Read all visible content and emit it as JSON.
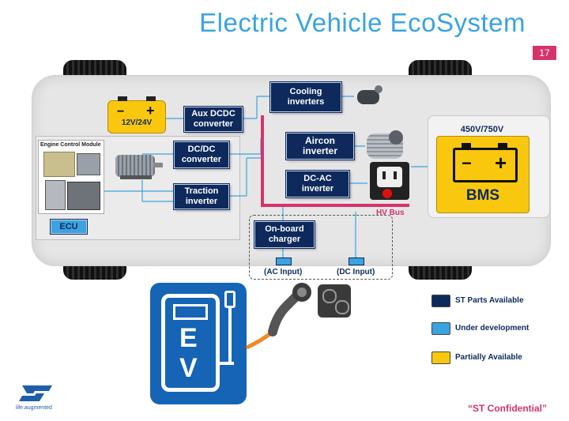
{
  "title": "Electric Vehicle EcoSystem",
  "page_number": "17",
  "battery_12v": {
    "label": "12V/24V"
  },
  "components": {
    "aux_dcdc": "Aux DCDC converter",
    "dcdc": "DC/DC converter",
    "traction": "Traction inverter",
    "ecu": "ECU",
    "cooling": "Cooling inverters",
    "aircon": "Aircon inverter",
    "dcac": "DC-AC inverter",
    "onboard": "On-board charger",
    "engine_module": "Engine Control Module"
  },
  "hv_bus": "HV Bus",
  "bms": {
    "voltage": "450V/750V",
    "label": "BMS"
  },
  "inputs": {
    "ac": "(AC Input)",
    "dc": "(DC Input)"
  },
  "ev_sign": {
    "e": "E",
    "v": "V"
  },
  "legend": [
    {
      "label": "ST Parts Available",
      "color": "#0e2a5c"
    },
    {
      "label": "Under development",
      "color": "#3aa3e0"
    },
    {
      "label": "Partially Available",
      "color": "#f9c80e"
    }
  ],
  "logo": {
    "tagline": "life.augmented"
  },
  "confidential": "“ST Confidential”",
  "colors": {
    "accent": "#3aa3e0",
    "primary": "#0e2a5c",
    "hv_bus": "#d6336c",
    "battery": "#f9c80e"
  }
}
